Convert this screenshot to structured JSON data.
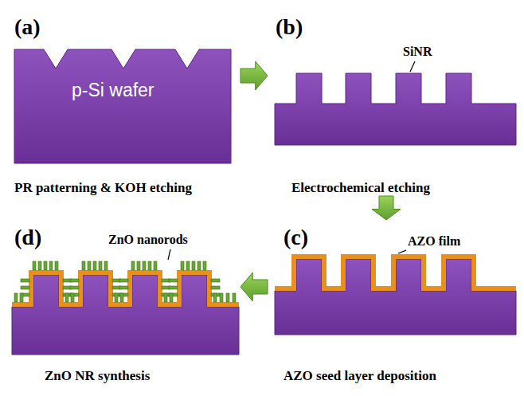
{
  "diagram": {
    "nodes": [
      {
        "text": [
          "(a)",
          "p-Si wafer",
          "PR patterning & KOH etching"
        ]
      },
      {
        "text": [
          "(b)",
          "SiNR",
          "Electrochemical etching"
        ]
      },
      {
        "text": [
          "(c)",
          "AZO film",
          "AZO seed layer deposition"
        ]
      },
      {
        "text": [
          "(d)",
          "ZnO nanorods",
          "ZnO NR synthesis"
        ]
      }
    ],
    "edges": [
      {
        "from": 0,
        "to": 1,
        "arrow": "to"
      },
      {
        "from": 1,
        "to": 2,
        "arrow": "to"
      },
      {
        "from": 2,
        "to": 3,
        "arrow": "to"
      }
    ]
  }
}
